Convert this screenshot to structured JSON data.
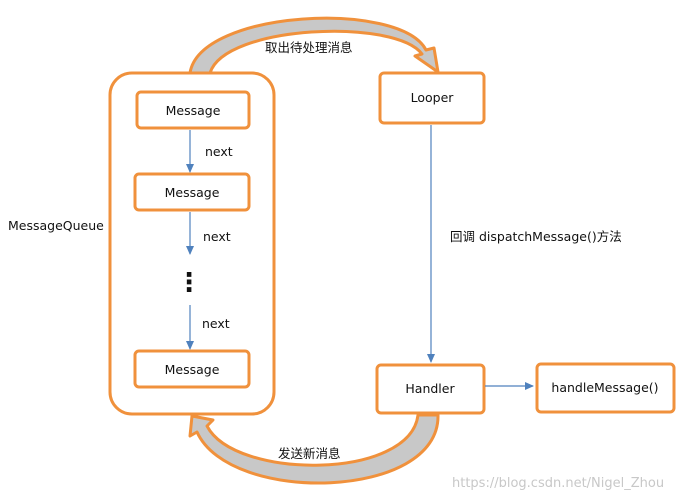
{
  "colors": {
    "box_border": "#f0913c",
    "arrow_line": "#4f81bd",
    "curve_fill": "#c8c8c8",
    "curve_border": "#f0913c",
    "watermark": "#c8c8c8"
  },
  "queue": {
    "label": "MessageQueue",
    "messages": [
      "Message",
      "Message",
      "Message"
    ],
    "next_labels": [
      "next",
      "next",
      "next"
    ],
    "ellipsis": "⋮"
  },
  "looper": {
    "label": "Looper"
  },
  "handler": {
    "label": "Handler"
  },
  "handle_message": {
    "label": "handleMessage()"
  },
  "arrows": {
    "fetch_label": "取出待处理消息",
    "dispatch_label": "回调 dispatchMessage()方法",
    "send_label": "发送新消息"
  },
  "watermark": "https://blog.csdn.net/Nigel_Zhou"
}
